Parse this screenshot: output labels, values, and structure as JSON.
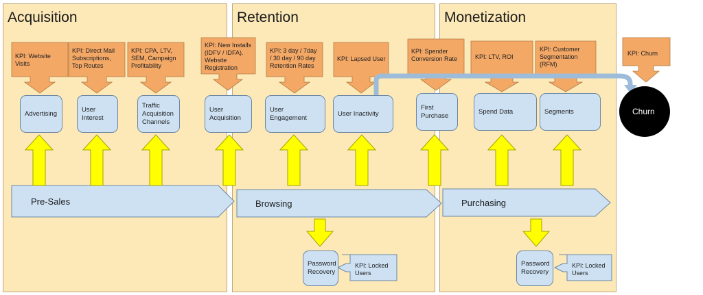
{
  "phases": [
    {
      "name": "Acquisition"
    },
    {
      "name": "Retention"
    },
    {
      "name": "Monetization"
    }
  ],
  "kpis": [
    {
      "text": "KPI: Website Visits"
    },
    {
      "text": "KPI: Direct Mail Subscriptions, Top Routes"
    },
    {
      "text": "KPI: CPA, LTV, SEM, Campaign Profitability"
    },
    {
      "text": "KPI: New Installs (IDFV / IDFA). Website Registration"
    },
    {
      "text": "KPI: 3 day / 7day / 30 day / 90 day Retention Rates"
    },
    {
      "text": "KPI: Lapsed User"
    },
    {
      "text": "KPI: Spender Conversion Rate"
    },
    {
      "text": "KPI: LTV, ROI"
    },
    {
      "text": "KPI: Customer Segmentation (RFM)"
    },
    {
      "text": "KPI: Churn"
    }
  ],
  "nodes": [
    {
      "text": "Advertising"
    },
    {
      "text": "User Interest"
    },
    {
      "text": "Traffic Acquisition Channels"
    },
    {
      "text": "User Acquisition"
    },
    {
      "text": "User Engagement"
    },
    {
      "text": "User Inactivity"
    },
    {
      "text": "First Purchase"
    },
    {
      "text": "Spend Data"
    },
    {
      "text": "Segments"
    }
  ],
  "churn": {
    "text": "Churn"
  },
  "stages": [
    {
      "text": "Pre-Sales"
    },
    {
      "text": "Browsing"
    },
    {
      "text": "Purchasing"
    }
  ],
  "recovery": [
    {
      "node": "Password Recovery",
      "kpi": "KPI: Locked Users"
    },
    {
      "node": "Password Recovery",
      "kpi": "KPI: Locked Users"
    }
  ],
  "colors": {
    "phase_fill": "#fde9b8",
    "kpi_fill": "#f4a866",
    "node_fill": "#cde1f3",
    "arrow_yellow": "#ffff00",
    "churn_fill": "#000000"
  }
}
